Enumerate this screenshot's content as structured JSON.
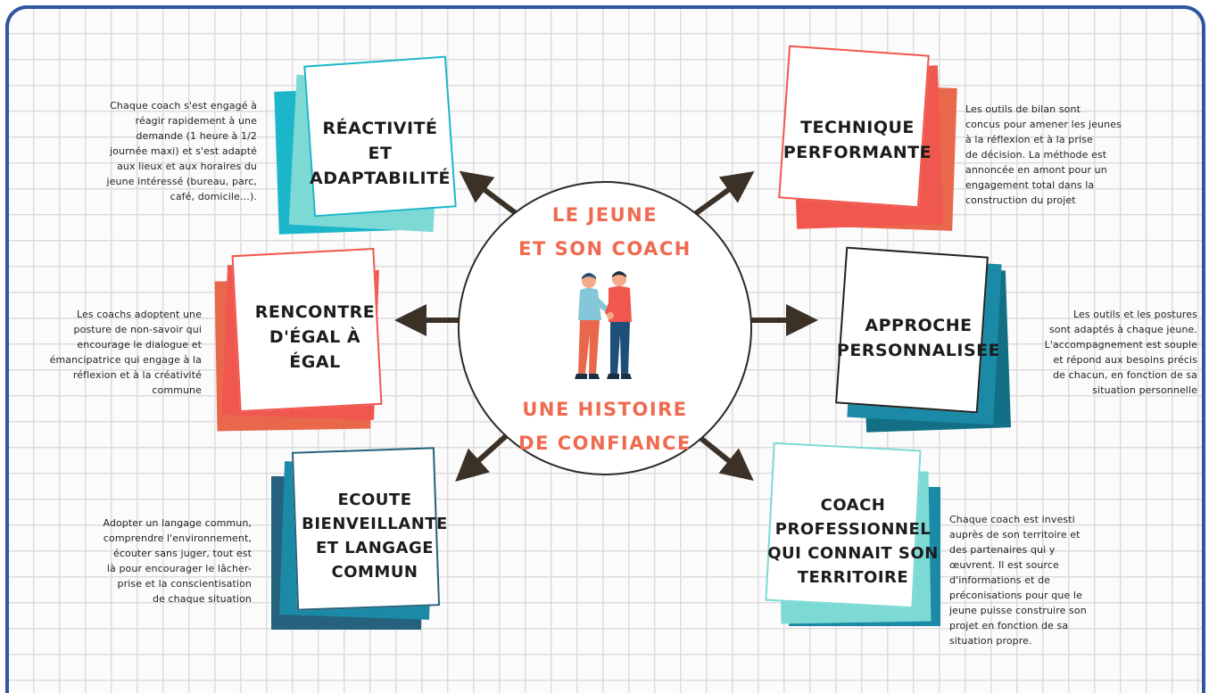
{
  "center": {
    "line1": "LE JEUNE",
    "line2": "ET SON COACH",
    "line3": "UNE HISTOIRE",
    "line4": "DE CONFIANCE",
    "accent": "#ef6a50"
  },
  "cards": {
    "reactivite": {
      "l1": "RÉACTIVITÉ",
      "l2": "ET",
      "l3": "ADAPTABILITÉ"
    },
    "technique": {
      "l1": "TECHNIQUE",
      "l2": "PERFORMANTE"
    },
    "rencontre": {
      "l1": "RENCONTRE",
      "l2": "D'ÉGAL À",
      "l3": "ÉGAL"
    },
    "approche": {
      "l1": "APPROCHE",
      "l2": "PERSONNALISEE"
    },
    "ecoute": {
      "l1": "ECOUTE",
      "l2": "BIENVEILLANTE",
      "l3": "ET LANGAGE",
      "l4": "COMMUN"
    },
    "coach": {
      "l1": "COACH",
      "l2": "PROFESSIONNEL",
      "l3": "QUI CONNAIT SON",
      "l4": "TERRITOIRE"
    }
  },
  "descriptions": {
    "reactivite": [
      "Chaque coach s'est engagé à",
      "réagir rapidement à une",
      "demande (1 heure à 1/2",
      "journée maxi) et s'est adapté",
      "aux lieux et aux horaires du",
      "jeune intéressé (bureau, parc,",
      "café, domicile…)."
    ],
    "technique": [
      "Les outils de bilan sont",
      "concus pour amener les jeunes",
      "à la réflexion et à la prise",
      "de décision. La méthode est",
      "annoncée en amont pour un",
      "engagement total dans la",
      "construction du projet"
    ],
    "rencontre": [
      "Les coachs  adoptent une",
      "posture de non-savoir qui",
      "encourage le dialogue  et",
      "émancipatrice qui engage à la",
      "réflexion et à la créativité",
      "commune"
    ],
    "approche": [
      "Les outils et les postures",
      "sont adaptés à chaque jeune.",
      "L'accompagnement est souple",
      "et répond aux besoins précis",
      "de chacun, en fonction de sa",
      "situation personnelle"
    ],
    "ecoute": [
      "Adopter un langage commun,",
      "comprendre l'environnement,",
      "écouter sans juger, tout est",
      "là pour encourager le lâcher-",
      "prise  et la conscientisation",
      "de chaque situation"
    ],
    "coach": [
      "Chaque coach est investi",
      "auprès de son territoire et",
      "des partenaires qui y",
      "œuvrent. Il est source",
      "d'informations et de",
      "préconisations pour que le",
      "jeune puisse construire son",
      "projet en fonction de sa",
      "situation propre."
    ]
  },
  "colors": {
    "frame": "#2f56a0",
    "teal_light": "#7dd9d4",
    "teal": "#1bb6c9",
    "teal_dark": "#136f85",
    "red": "#f0574f",
    "salmon": "#e9684b",
    "arrow": "#3b3127"
  }
}
